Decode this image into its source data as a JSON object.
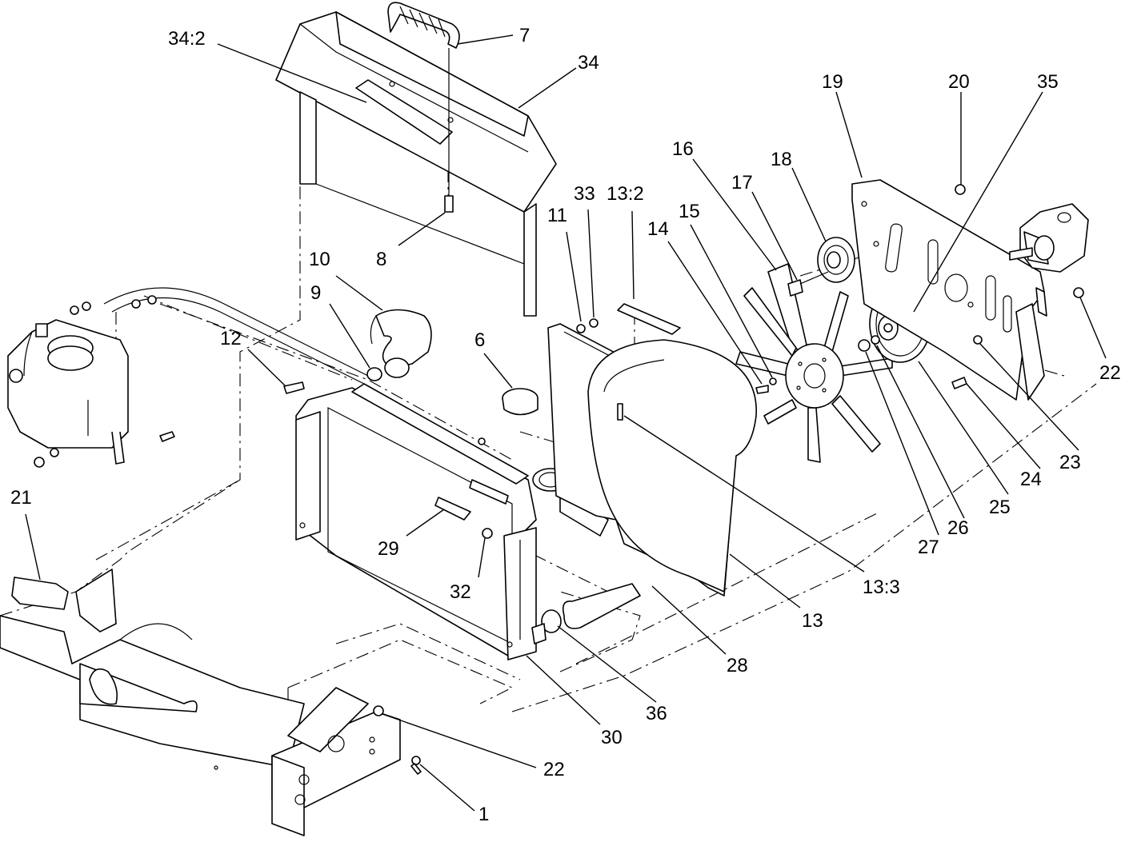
{
  "callouts": [
    {
      "id": "34:2",
      "label": "34:2"
    },
    {
      "id": "7",
      "label": "7"
    },
    {
      "id": "34",
      "label": "34"
    },
    {
      "id": "8",
      "label": "8"
    },
    {
      "id": "10",
      "label": "10"
    },
    {
      "id": "9",
      "label": "9"
    },
    {
      "id": "12",
      "label": "12"
    },
    {
      "id": "11",
      "label": "11"
    },
    {
      "id": "33",
      "label": "33"
    },
    {
      "id": "13:2",
      "label": "13:2"
    },
    {
      "id": "6",
      "label": "6"
    },
    {
      "id": "14",
      "label": "14"
    },
    {
      "id": "15",
      "label": "15"
    },
    {
      "id": "16",
      "label": "16"
    },
    {
      "id": "17",
      "label": "17"
    },
    {
      "id": "18",
      "label": "18"
    },
    {
      "id": "19",
      "label": "19"
    },
    {
      "id": "20",
      "label": "20"
    },
    {
      "id": "35",
      "label": "35"
    },
    {
      "id": "22a",
      "label": "22"
    },
    {
      "id": "23",
      "label": "23"
    },
    {
      "id": "24",
      "label": "24"
    },
    {
      "id": "25",
      "label": "25"
    },
    {
      "id": "26",
      "label": "26"
    },
    {
      "id": "27",
      "label": "27"
    },
    {
      "id": "13:3",
      "label": "13:3"
    },
    {
      "id": "13",
      "label": "13"
    },
    {
      "id": "28",
      "label": "28"
    },
    {
      "id": "36",
      "label": "36"
    },
    {
      "id": "30",
      "label": "30"
    },
    {
      "id": "32",
      "label": "32"
    },
    {
      "id": "29",
      "label": "29"
    },
    {
      "id": "21",
      "label": "21"
    },
    {
      "id": "22b",
      "label": "22"
    },
    {
      "id": "1",
      "label": "1"
    }
  ]
}
